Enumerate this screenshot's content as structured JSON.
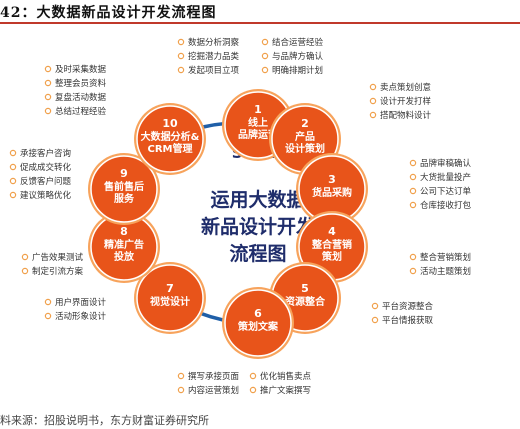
{
  "header": {
    "title": "42：大数据新品设计开发流程图",
    "source": "料来源：招股说明书，东方财富证券研究所"
  },
  "center": {
    "lines": [
      "运用大数据",
      "新品设计开发",
      "流程图"
    ],
    "start": "START"
  },
  "colors": {
    "stage_fill": "#e8541a",
    "stage_edge": "#f7a35c",
    "arrow": "#1f5fa8",
    "center_text": "#1f2d6b",
    "bullet": "#f0a04b",
    "title_rule": "#c0392b"
  },
  "stages": [
    {
      "num": "1",
      "lines": [
        "线上",
        "品牌运营"
      ],
      "items": [
        "数据分析洞察",
        "挖掘潜力品类",
        "发起项目立项",
        "结合运营经验",
        "与品牌方确认",
        "明确排期计划"
      ]
    },
    {
      "num": "2",
      "lines": [
        "产品",
        "设计策划"
      ],
      "items": [
        "卖点策划创意",
        "设计开发打样",
        "搭配物料设计"
      ]
    },
    {
      "num": "3",
      "lines": [
        "货品采购"
      ],
      "items": [
        "品牌审稿确认",
        "大货批量投产",
        "公司下达订单",
        "仓库接收打包"
      ]
    },
    {
      "num": "4",
      "lines": [
        "整合营销",
        "策划"
      ],
      "items": [
        "整合营销策划",
        "活动主题策划"
      ]
    },
    {
      "num": "5",
      "lines": [
        "资源整合"
      ],
      "items": [
        "平台资源整合",
        "平台情报获取"
      ]
    },
    {
      "num": "6",
      "lines": [
        "策划文案"
      ],
      "items": [
        "撰写承接页面",
        "内容运营策划",
        "优化销售卖点",
        "推广文案撰写"
      ]
    },
    {
      "num": "7",
      "lines": [
        "视觉设计"
      ],
      "items": [
        "用户界面设计",
        "活动形象设计"
      ]
    },
    {
      "num": "8",
      "lines": [
        "精准广告",
        "投放"
      ],
      "items": [
        "广告效果测试",
        "制定引流方案"
      ]
    },
    {
      "num": "9",
      "lines": [
        "售前售后",
        "服务"
      ],
      "items": [
        "承接客户咨询",
        "促成成交转化",
        "反馈客户问题",
        "建议策略优化"
      ]
    },
    {
      "num": "10",
      "lines": [
        "大数据分析&",
        "CRM管理"
      ],
      "items": [
        "及时采集数据",
        "整理会员资料",
        "复盘活动数据",
        "总结过程经验"
      ]
    }
  ]
}
